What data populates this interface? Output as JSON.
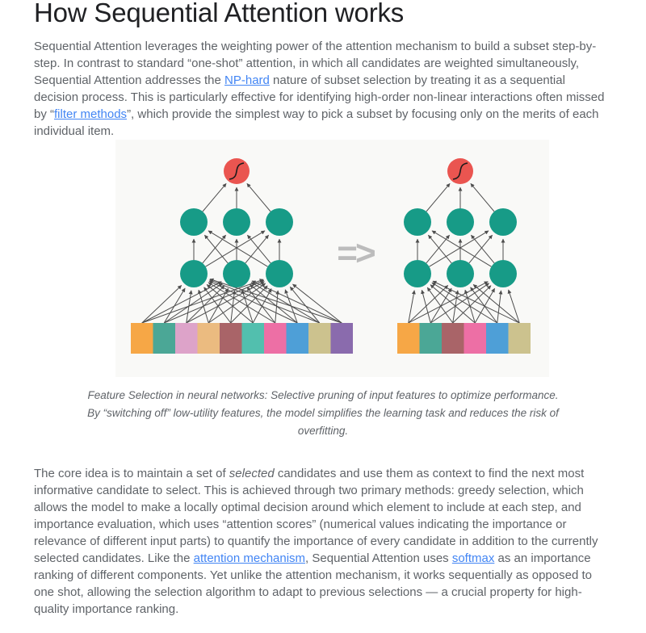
{
  "title": "How Sequential Attention works",
  "colors": {
    "title_text": "#202124",
    "body_text": "#5f6368",
    "link": "#4285f4"
  },
  "paragraphs": {
    "intro": [
      {
        "type": "text",
        "text": "Sequential Attention leverages the weighting power of the attention mechanism to build a subset step-by-step. In contrast to standard “one-shot” attention, in which all candidates are weighted simultaneously, Sequential Attention addresses the "
      },
      {
        "type": "link",
        "name": "np-hard-link",
        "text": "NP-hard"
      },
      {
        "type": "text",
        "text": " nature of subset selection by treating it as a sequential decision process. This is particularly effective for identifying high-order non-linear interactions often missed by “"
      },
      {
        "type": "link",
        "name": "filter-methods-link",
        "text": "filter methods"
      },
      {
        "type": "text",
        "text": "”, which provide the simplest way to pick a subset by focusing only on the merits of each individual item."
      }
    ],
    "core_idea": [
      {
        "type": "text",
        "text": "The core idea is to maintain a set of "
      },
      {
        "type": "em",
        "text": "selected"
      },
      {
        "type": "text",
        "text": " candidates and use them as context to find the next most informative candidate to select. This is achieved through two primary methods: greedy selection, which allows the model to make a locally optimal decision around which element to include at each step, and importance evaluation, which uses “attention scores” (numerical values indicating the importance or relevance of different input parts) to quantify the importance of every candidate in addition to the currently selected candidates. Like the "
      },
      {
        "type": "link",
        "name": "attention-mechanism-link",
        "text": "attention mechanism"
      },
      {
        "type": "text",
        "text": ", Sequential Attention uses "
      },
      {
        "type": "link",
        "name": "softmax-link",
        "text": "softmax"
      },
      {
        "type": "text",
        "text": " as an importance ranking of different components. Yet unlike the attention mechanism, it works sequentially as opposed to one shot, allowing the selection algorithm to adapt to previous selections — a crucial property for high-quality importance ranking."
      }
    ]
  },
  "figure": {
    "caption": "Feature Selection in neural networks: Selective pruning of input features to optimize performance. By “switching off” low-utility features, the model simplifies the learning task and reduces the risk of overfitting.",
    "diagram": {
      "background": "#f9f9f7",
      "hidden_node_color": "#179b87",
      "output_node_color": "#ea5550",
      "sigmoid_stroke": "#1b1b1b",
      "arrow_color": "#4d4d4d",
      "transform_symbol": "=>",
      "transform_symbol_color": "#bcbcbc",
      "hidden_layer_sizes": [
        3,
        3
      ],
      "left_feature_blocks": [
        "#f6a746",
        "#4ba796",
        "#dda3c9",
        "#ebbb80",
        "#a96468",
        "#52bfae",
        "#ed6fa5",
        "#4e9fd7",
        "#ccc28e",
        "#8a6bad"
      ],
      "right_feature_blocks": [
        "#f6a746",
        "#4ba796",
        "#a96468",
        "#ed6fa5",
        "#4e9fd7",
        "#ccc28e"
      ]
    }
  }
}
